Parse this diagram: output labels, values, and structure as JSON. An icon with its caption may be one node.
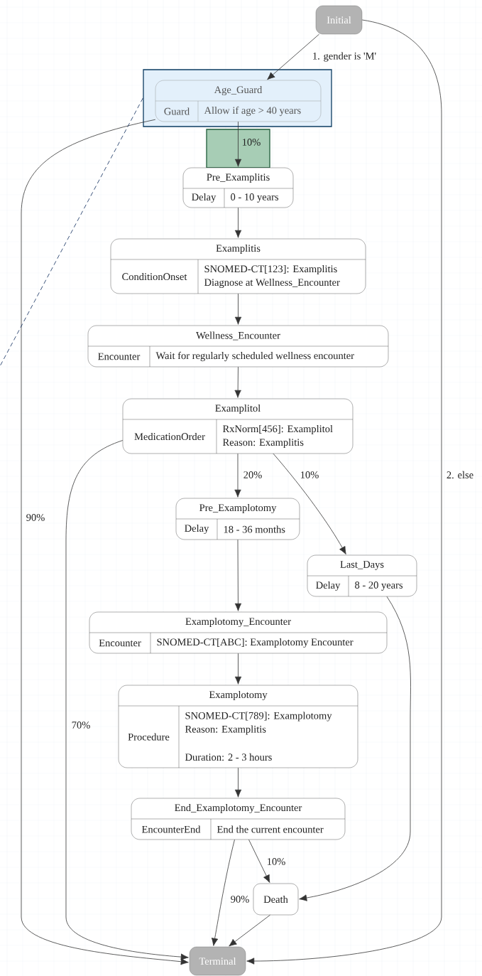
{
  "diagram": {
    "nodes": [
      {
        "text": [
          "Initial"
        ]
      },
      {
        "text": [],
        "shape": "box"
      },
      {
        "text": [
          "Age_Guard",
          "Guard",
          "Allow if age > 40 years"
        ],
        "in": 1
      },
      {
        "text": [
          "Pre_Examplitis",
          "Delay",
          "0 - 10 years"
        ]
      },
      {
        "text": [
          "Examplitis",
          "ConditionOnset",
          "SNOMED-CT[123]: Examplitis",
          "Diagnose at Wellness_Encounter"
        ]
      },
      {
        "text": [
          "Wellness_Encounter",
          "Encounter",
          "Wait for regularly scheduled wellness encounter"
        ]
      },
      {
        "text": [
          "Examplitol",
          "MedicationOrder",
          "RxNorm[456]: Examplitol",
          "Reason: Examplitis"
        ]
      },
      {
        "text": [
          "Pre_Examplotomy",
          "Delay",
          "18 - 36 months"
        ]
      },
      {
        "text": [
          "Last_Days",
          "Delay",
          "8 - 20 years"
        ]
      },
      {
        "text": [
          "Examplotomy_Encounter",
          "Encounter",
          "SNOMED-CT[ABC]: Examplotomy Encounter"
        ]
      },
      {
        "text": [
          "Examplotomy",
          "Procedure",
          "SNOMED-CT[789]: Examplotomy",
          "Reason: Examplitis",
          "Duration: 2 - 3 hours"
        ]
      },
      {
        "text": [
          "End_Examplotomy_Encounter",
          "EncounterEnd",
          "End the current encounter"
        ]
      },
      {
        "text": [
          "Death"
        ]
      },
      {
        "text": [
          "Terminal"
        ]
      }
    ],
    "edges": [
      {
        "from": 0,
        "to": 2,
        "arrow": "to",
        "label": "1. gender is 'M'"
      },
      {
        "from": 0,
        "to": 13,
        "arrow": "to",
        "label": "2. else"
      },
      {
        "from": 2,
        "to": 3,
        "arrow": "to",
        "label": "10%"
      },
      {
        "from": 2,
        "to": 13,
        "arrow": "to",
        "label": "90%"
      },
      {
        "from": 3,
        "to": 4,
        "arrow": "to"
      },
      {
        "from": 4,
        "to": 5,
        "arrow": "to"
      },
      {
        "from": 5,
        "to": 6,
        "arrow": "to"
      },
      {
        "from": 6,
        "to": 7,
        "arrow": "to",
        "label": "20%"
      },
      {
        "from": 6,
        "to": 8,
        "arrow": "to",
        "label": "10%"
      },
      {
        "from": 6,
        "to": 13,
        "arrow": "to",
        "label": "70%"
      },
      {
        "from": 7,
        "to": 9,
        "arrow": "to"
      },
      {
        "from": 9,
        "to": 10,
        "arrow": "to"
      },
      {
        "from": 10,
        "to": 11,
        "arrow": "to"
      },
      {
        "from": 11,
        "to": 12,
        "arrow": "to",
        "label": "10%"
      },
      {
        "from": 11,
        "to": 13,
        "arrow": "to",
        "label": "90%"
      },
      {
        "from": 8,
        "to": 12,
        "arrow": "to"
      },
      {
        "from": 12,
        "to": 13,
        "arrow": "to"
      },
      {
        "from": 1,
        "to": null,
        "arrow": "none",
        "style": "dashed",
        "color": "#0b2a5a"
      }
    ]
  }
}
